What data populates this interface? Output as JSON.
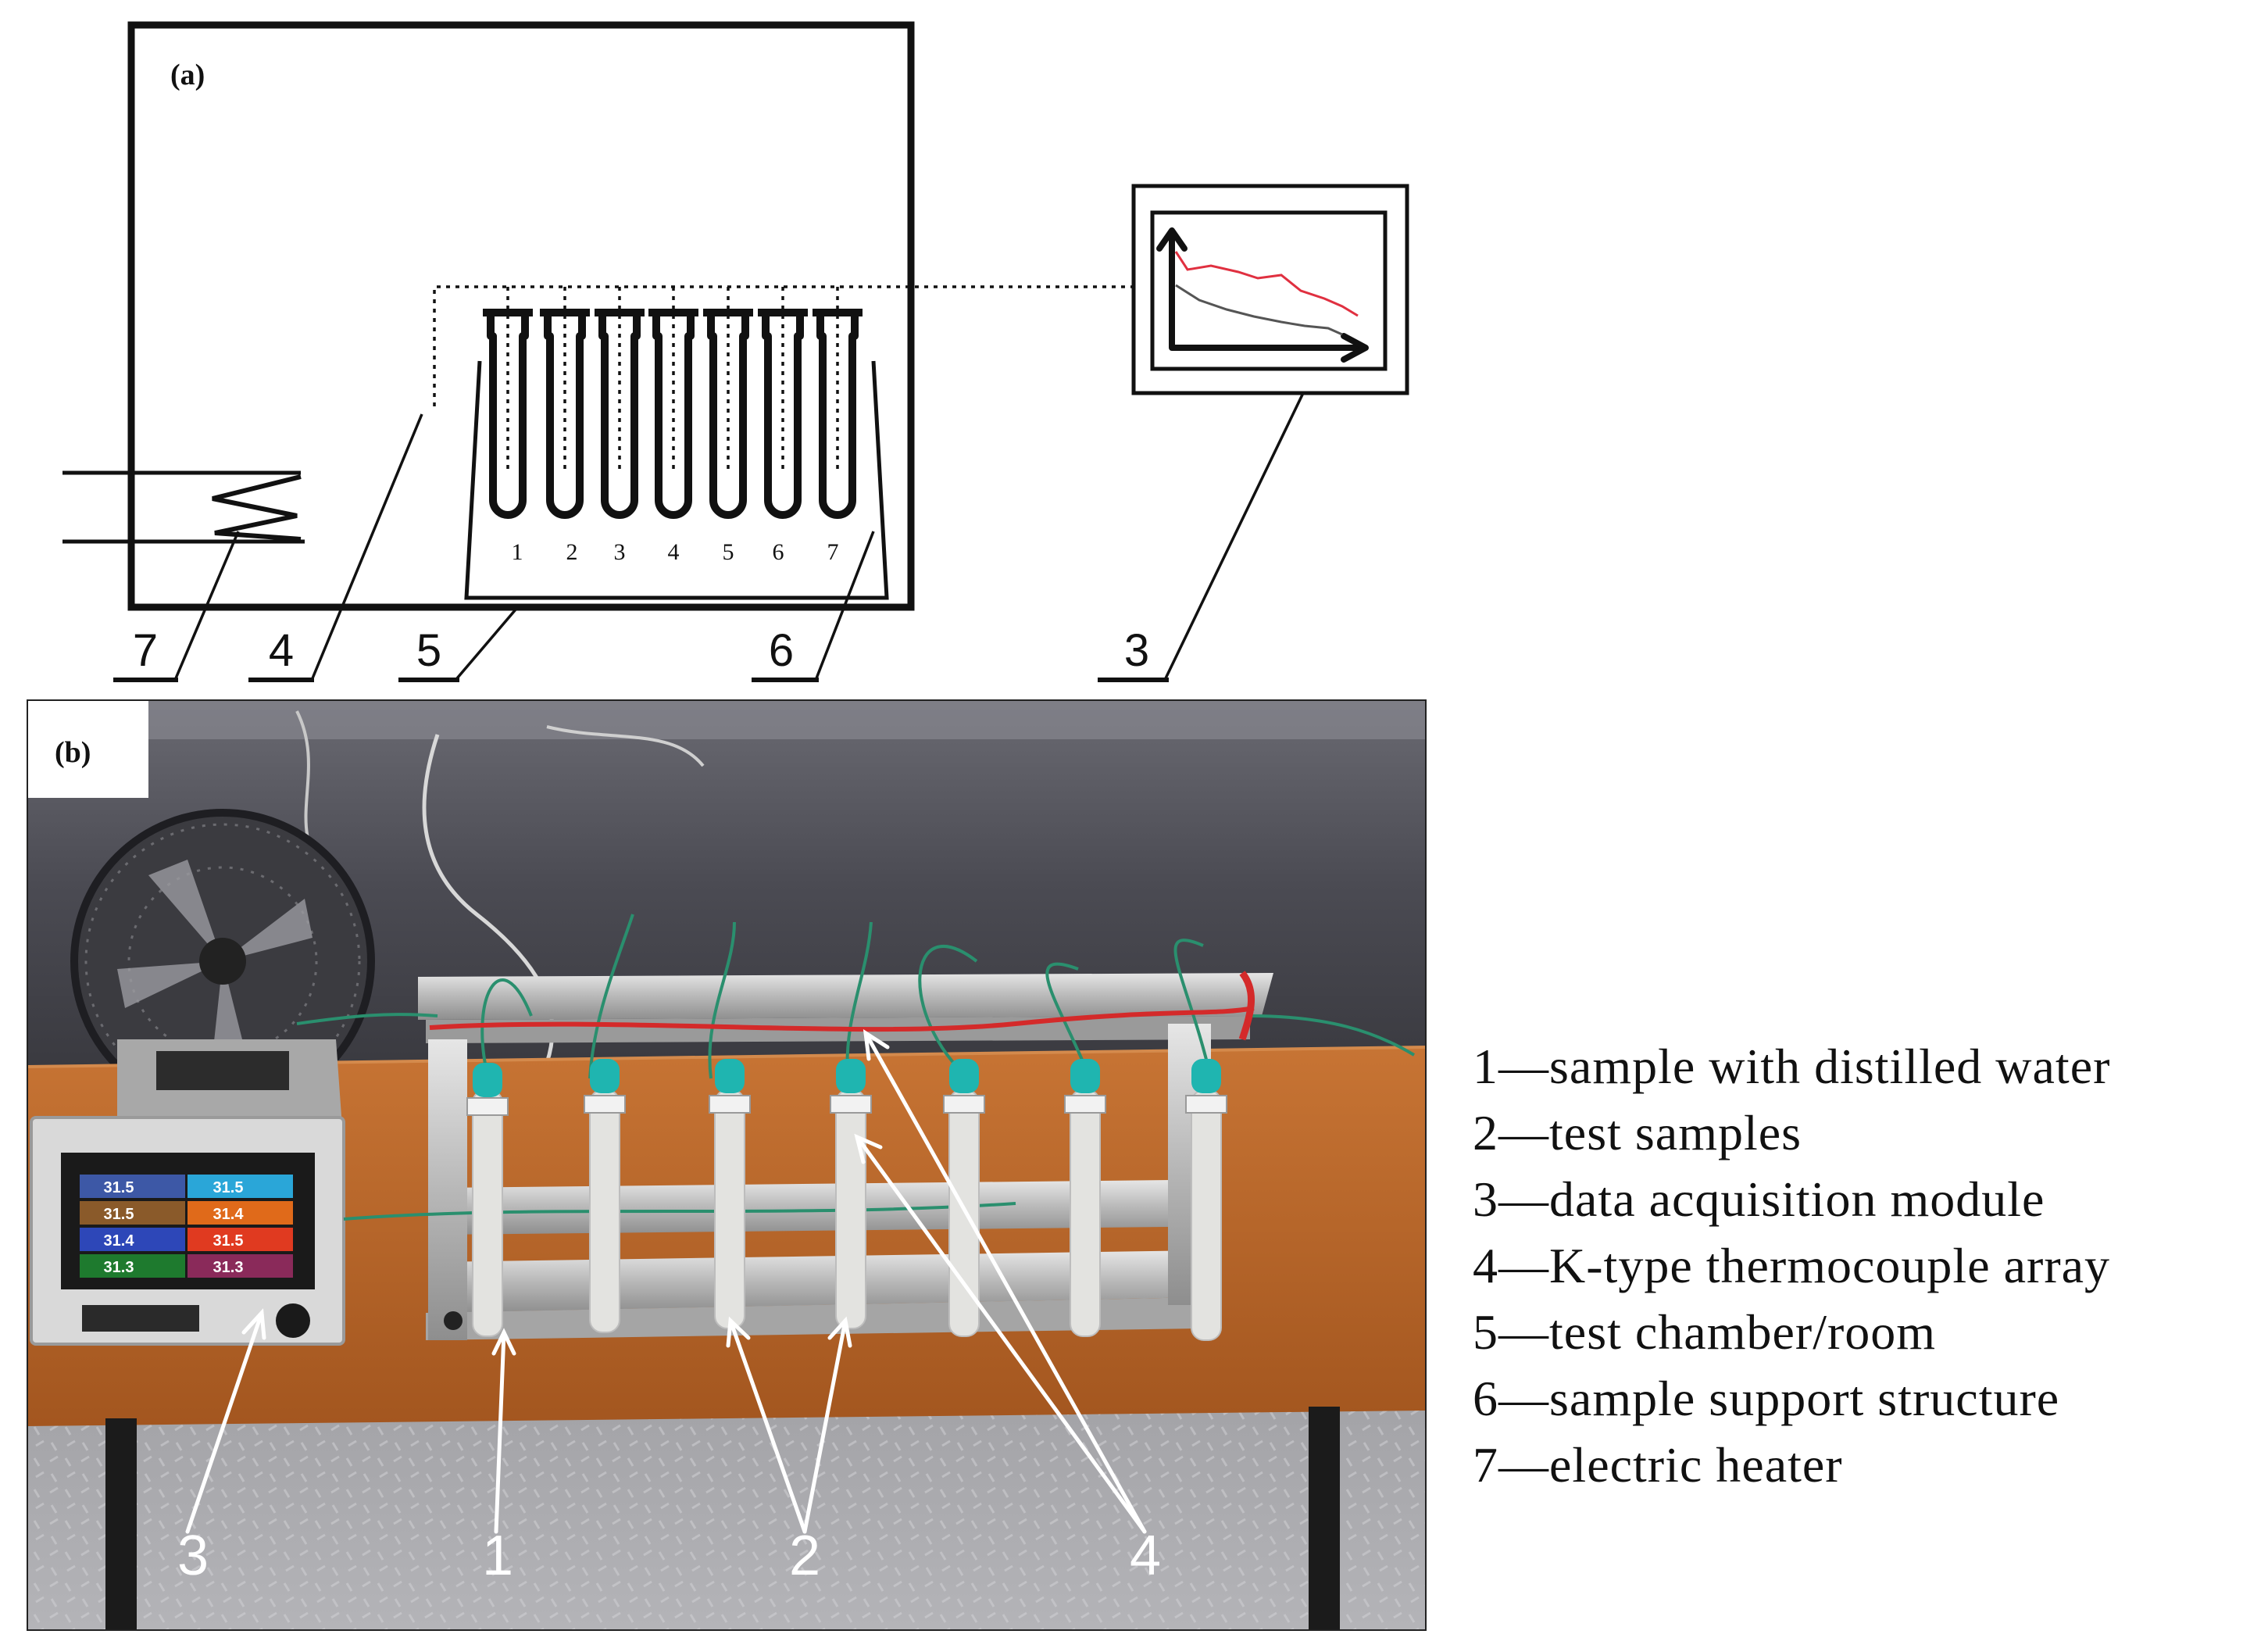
{
  "panel_a": {
    "label": "(a)",
    "tube_numbers": [
      "1",
      "2",
      "3",
      "4",
      "5",
      "6",
      "7"
    ],
    "callouts": [
      "7",
      "4",
      "5",
      "6",
      "3"
    ]
  },
  "panel_b": {
    "label": "(b)",
    "photo_callouts": [
      "3",
      "1",
      "2",
      "4"
    ],
    "screen_readings": [
      "31.5",
      "31.5",
      "31.5",
      "31.4",
      "31.4",
      "31.5",
      "31.3",
      "31.3"
    ]
  },
  "legend": {
    "items": [
      "1—sample with distilled water",
      "2—test samples",
      "3—data acquisition module",
      "4—K-type thermocouple array",
      "5—test chamber/room",
      "6—sample support structure",
      "7—electric heater"
    ]
  },
  "colors": {
    "line": "#111111",
    "red_curve": "#e03040",
    "gray_curve": "#555555",
    "table_wood": "#b5652a",
    "wall": "#4a4a52",
    "tube_cap": "#1fb5b0"
  }
}
